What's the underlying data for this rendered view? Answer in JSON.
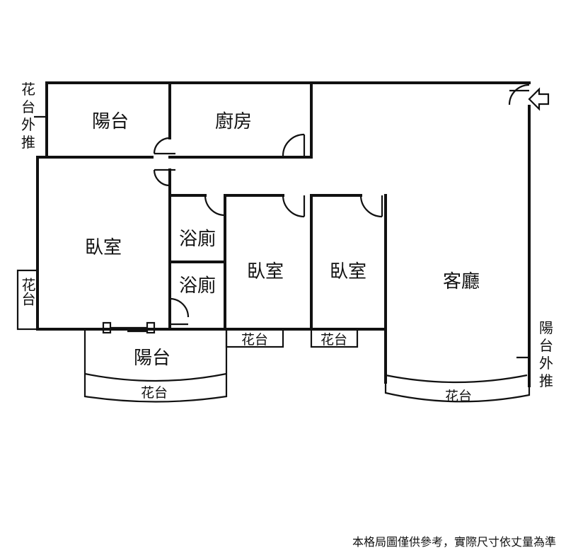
{
  "labels": {
    "balcony_top": "陽台",
    "kitchen": "廚房",
    "bedroom_left": "臥室",
    "bath_upper": "浴廁",
    "bath_lower": "浴廁",
    "bedroom_mid": "臥室",
    "bedroom_right": "臥室",
    "living_room": "客廳",
    "balcony_bottom": "陽台",
    "planter_bottom_left": "花台",
    "planter_small_mid": "花台",
    "planter_small_right": "花台",
    "planter_bottom_right": "花台",
    "planter_left_side": "花台",
    "planter_out_top_left": [
      "花",
      "台",
      "外",
      "推"
    ],
    "balcony_out_right": [
      "陽",
      "台",
      "外",
      "推"
    ]
  },
  "disclaimer": "本格局圖僅供參考，實際尺寸依丈量為準"
}
